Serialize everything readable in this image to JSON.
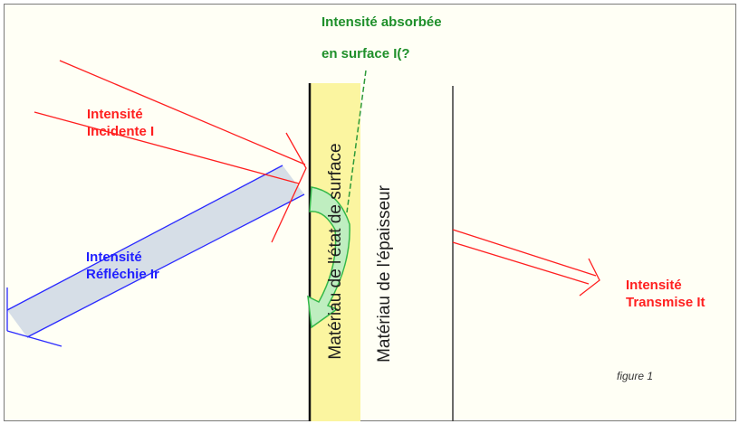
{
  "labels": {
    "absorbed_line1": "Intensité absorbée",
    "absorbed_line2": "en surface  I(?",
    "incident_line1": "Intensité",
    "incident_line2": "Incidente I",
    "reflected_line1": "Intensité",
    "reflected_line2": "Réfléchie Ir",
    "transmitted_line1": "Intensité",
    "transmitted_line2": "Transmise It",
    "surface_material": "Matériau de l'état de surface",
    "bulk_material": "Matériau de l'épaisseur",
    "figure_caption": "figure 1"
  },
  "colors": {
    "incident": "#ff1f1f",
    "reflected": "#1f1fff",
    "absorbed": "#1e8f2a",
    "surface_layer": "#fbf5a0",
    "reflected_fill": "#d4dce6"
  }
}
